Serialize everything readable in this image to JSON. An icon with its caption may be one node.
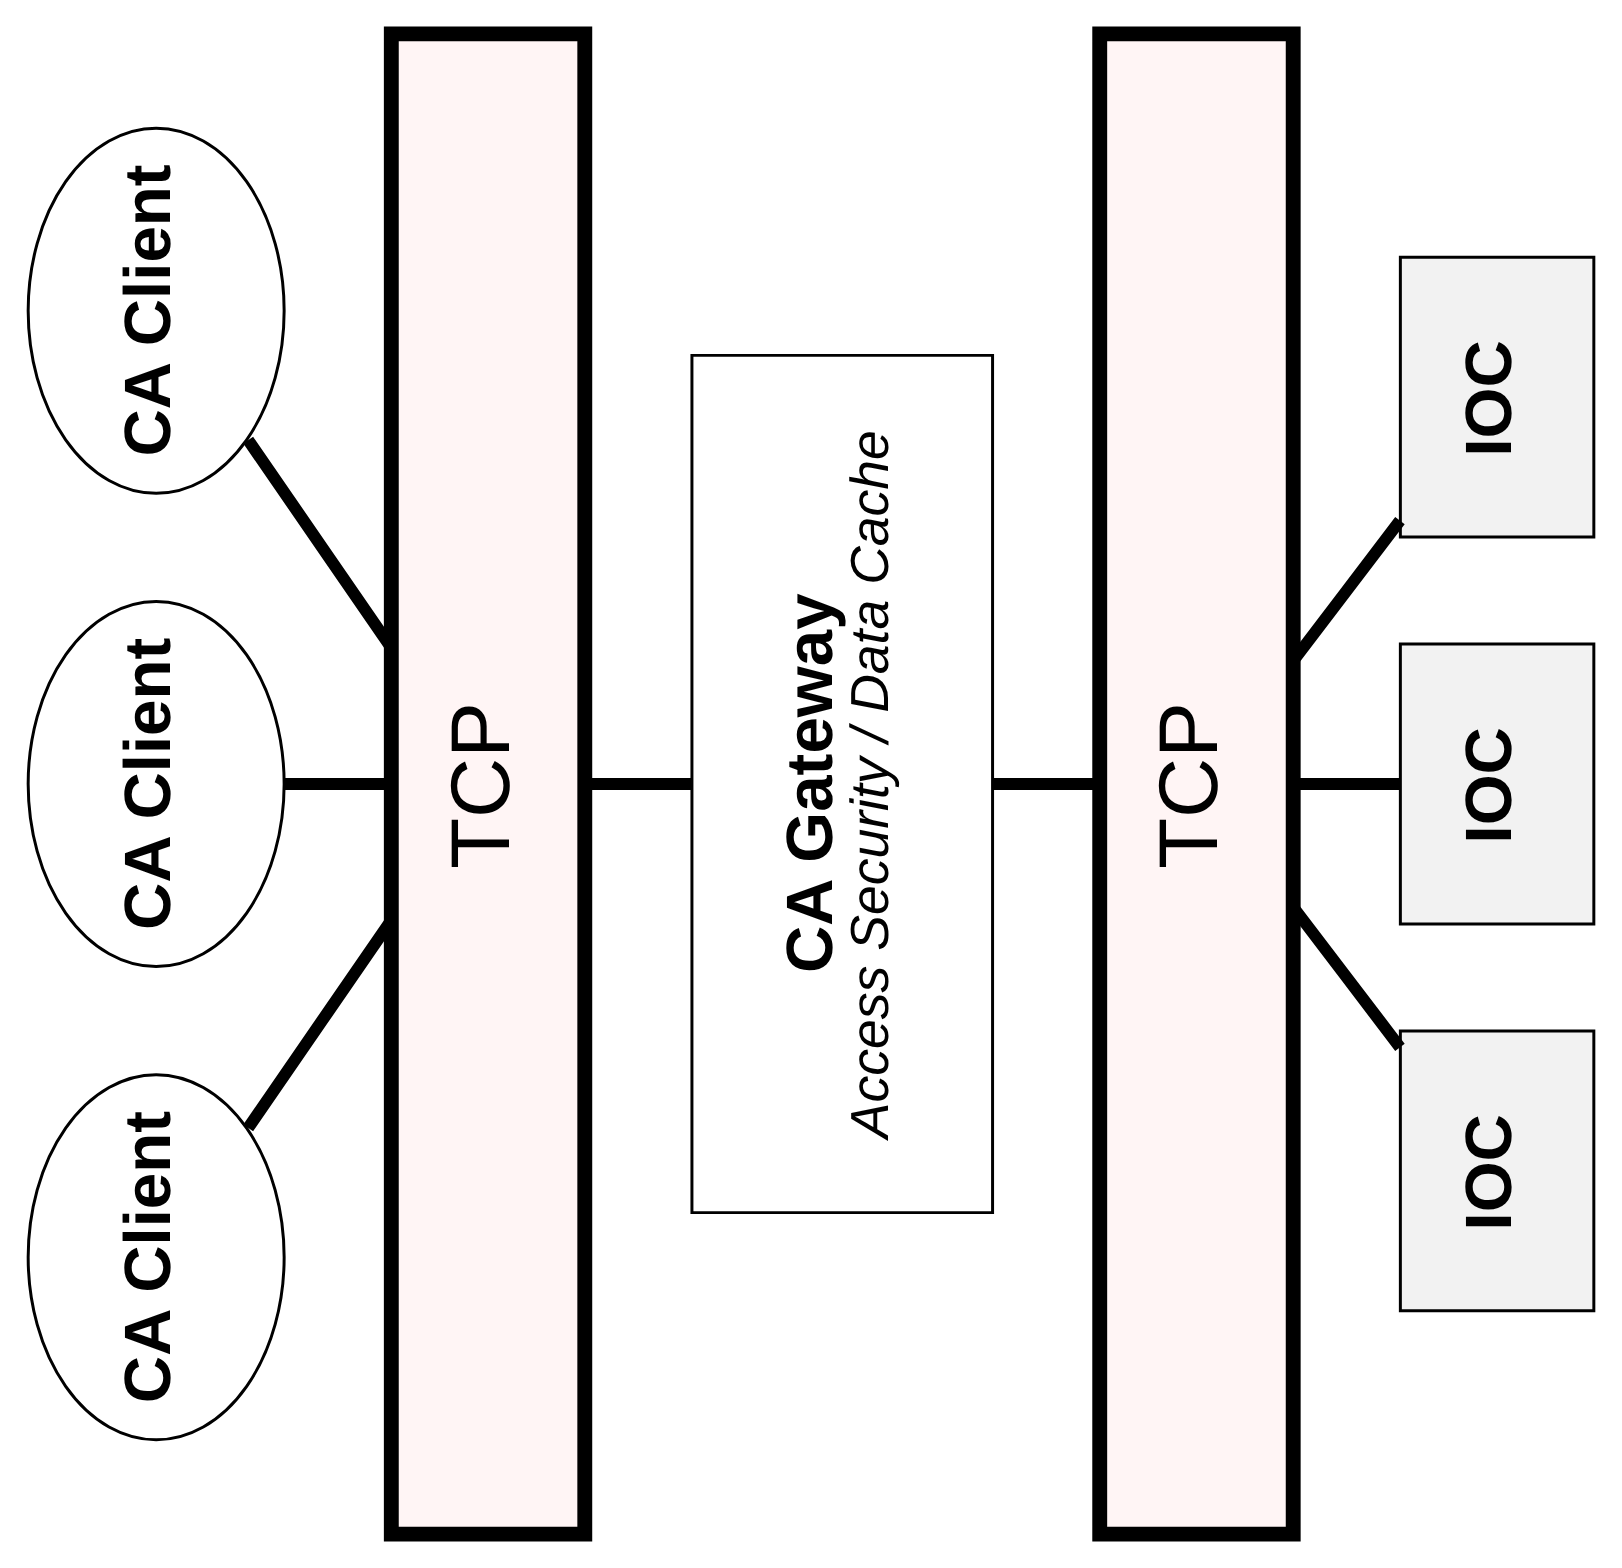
{
  "diagram": {
    "nodes": [
      {
        "text": [
          "CA Client"
        ]
      },
      {
        "text": [
          "CA Client"
        ]
      },
      {
        "text": [
          "CA Client"
        ]
      },
      {
        "text": [
          "TCP"
        ]
      },
      {
        "text": [
          "CA Gateway",
          "Access Security / Data Cache"
        ]
      },
      {
        "text": [
          "TCP"
        ]
      },
      {
        "text": [
          "IOC"
        ]
      },
      {
        "text": [
          "IOC"
        ]
      },
      {
        "text": [
          "IOC"
        ]
      }
    ],
    "edges": [
      {
        "from": 0,
        "to": 3,
        "arrow": "none"
      },
      {
        "from": 1,
        "to": 3,
        "arrow": "none"
      },
      {
        "from": 2,
        "to": 3,
        "arrow": "none"
      },
      {
        "from": 3,
        "to": 4,
        "arrow": "none"
      },
      {
        "from": 4,
        "to": 5,
        "arrow": "none"
      },
      {
        "from": 5,
        "to": 6,
        "arrow": "none"
      },
      {
        "from": 5,
        "to": 7,
        "arrow": "none"
      },
      {
        "from": 5,
        "to": 8,
        "arrow": "none"
      }
    ]
  }
}
